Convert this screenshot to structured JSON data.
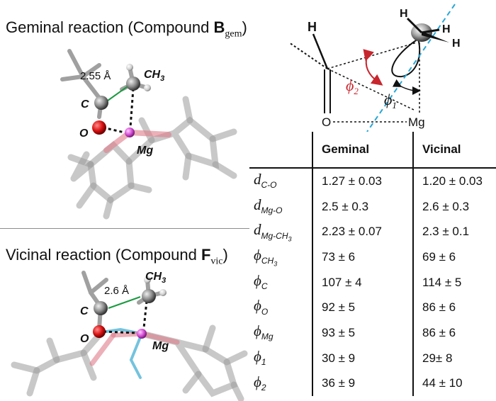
{
  "panels": {
    "top": {
      "title_prefix": "Geminal reaction (Compound ",
      "title_letter": "B",
      "title_sub": "gem",
      "title_suffix": ")",
      "distance": "2.55 Å",
      "atom_ch3": "CH",
      "atom_ch3_sub": "3",
      "atom_c": "C",
      "atom_o": "O",
      "atom_mg": "Mg"
    },
    "bottom": {
      "title_prefix": "Vicinal reaction (Compound ",
      "title_letter": "F",
      "title_sub": "vic",
      "title_suffix": ")",
      "distance": "2.6 Å",
      "atom_ch3": "CH",
      "atom_ch3_sub": "3",
      "atom_c": "C",
      "atom_o": "O",
      "atom_mg": "Mg"
    }
  },
  "schematic": {
    "h1": "H",
    "h2": "H",
    "h3": "H",
    "h4": "H",
    "o": "O",
    "mg": "Mg",
    "phi1": "ϕ",
    "phi1_sub": "1",
    "phi2": "ϕ",
    "phi2_sub": "2",
    "colors": {
      "phi2": "#c8262e",
      "axis": "#2aa7d6"
    }
  },
  "table": {
    "headers": [
      "Geminal",
      "Vicinal"
    ],
    "rows": [
      {
        "sym": "d",
        "sub": "C-O",
        "subsub": "",
        "geminal": "1.27 ± 0.03",
        "vicinal": "1.20 ± 0.03"
      },
      {
        "sym": "d",
        "sub": "Mg-O",
        "subsub": "",
        "geminal": "2.5 ± 0.3",
        "vicinal": "2.6 ± 0.3"
      },
      {
        "sym": "d",
        "sub": "Mg-CH",
        "subsub": "3",
        "geminal": "2.23 ± 0.07",
        "vicinal": "2.3 ± 0.1"
      },
      {
        "sym": "ϕ",
        "sub": "CH",
        "subsub": "3",
        "geminal": "73 ± 6",
        "vicinal": "69 ± 6"
      },
      {
        "sym": "ϕ",
        "sub": "C",
        "subsub": "",
        "geminal": "107 ± 4",
        "vicinal": "114 ± 5"
      },
      {
        "sym": "ϕ",
        "sub": "O",
        "subsub": "",
        "geminal": "92 ± 5",
        "vicinal": "86 ± 6"
      },
      {
        "sym": "ϕ",
        "sub": "Mg",
        "subsub": "",
        "geminal": "93 ± 5",
        "vicinal": "86 ± 6"
      },
      {
        "sym": "ϕ",
        "sub": "1",
        "subsub": "",
        "geminal": "30 ± 9",
        "vicinal": "29± 8"
      },
      {
        "sym": "ϕ",
        "sub": "2",
        "subsub": "",
        "geminal": "36 ± 9",
        "vicinal": "44 ± 10"
      }
    ]
  }
}
